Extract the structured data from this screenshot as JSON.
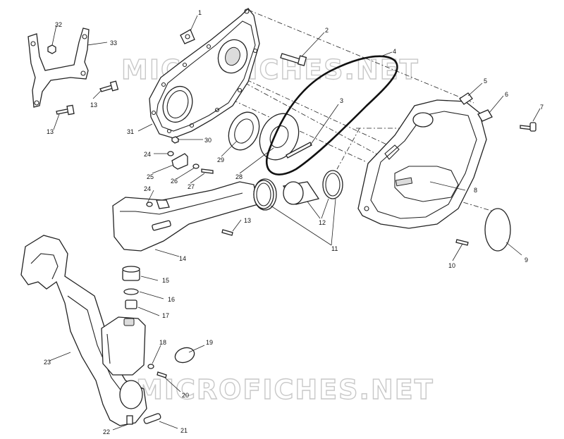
{
  "watermarks": [
    "MICROFICHES.NET",
    "MICROFICHES.NET"
  ],
  "callouts": [
    "1",
    "2",
    "3",
    "4",
    "5",
    "6",
    "7",
    "8",
    "9",
    "10",
    "11",
    "12",
    "13",
    "13",
    "13",
    "14",
    "15",
    "16",
    "17",
    "18",
    "19",
    "20",
    "21",
    "22",
    "23",
    "24",
    "24",
    "25",
    "26",
    "27",
    "28",
    "29",
    "30",
    "31",
    "32",
    "33"
  ]
}
